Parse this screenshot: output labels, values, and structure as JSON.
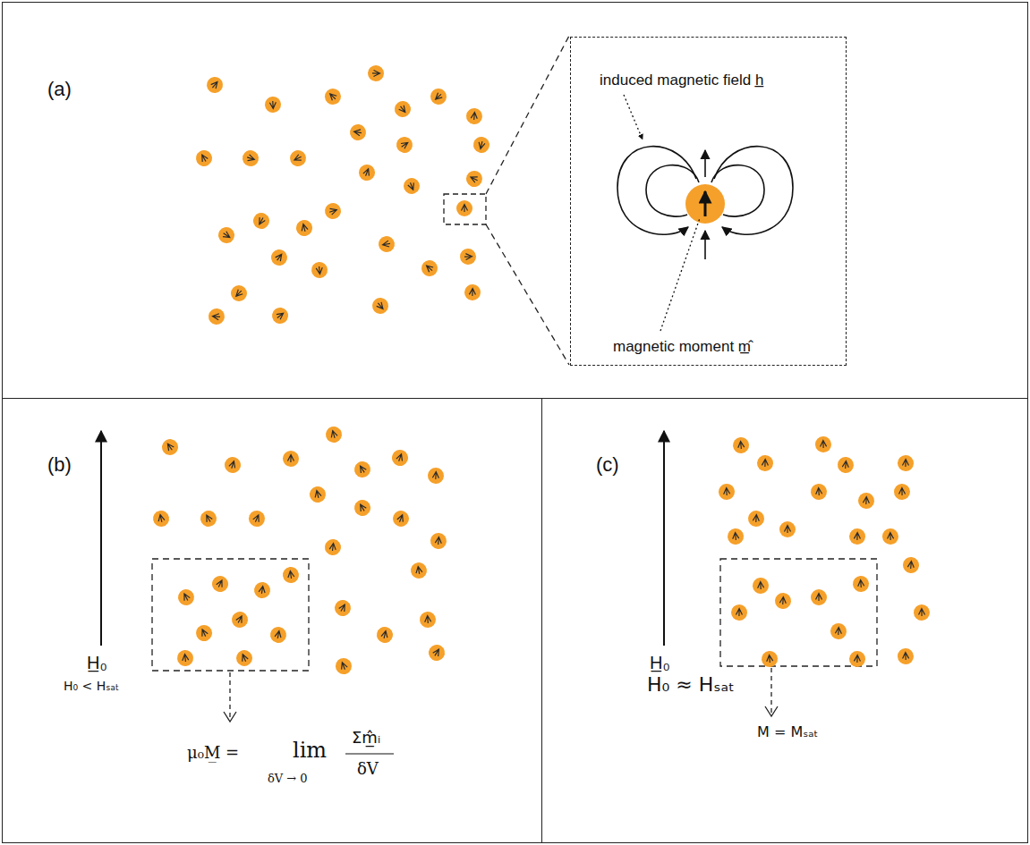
{
  "diagram": {
    "nodes": [
      {
        "text": [
          "(a)"
        ]
      },
      {
        "text": [
          "induced magnetic field h̲",
          "magnetic moment m̲̂"
        ],
        "in": 0
      },
      {
        "text": [
          "(b)",
          "H̲₀",
          "H₀ < Hₛₐₜ",
          "μ₀M̲ =",
          "lim",
          "δV → 0",
          "Σm̲̂ᵢ",
          "δV"
        ]
      },
      {
        "text": [
          "(c)",
          "H̲₀",
          "H₀ ≈ Hₛₐₜ",
          "M = Mₛₐₜ"
        ]
      }
    ]
  }
}
